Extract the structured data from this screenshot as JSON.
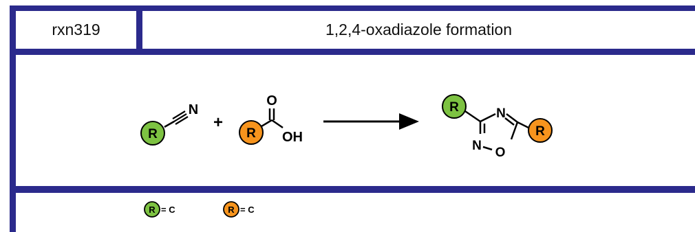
{
  "header": {
    "reaction_id": "rxn319",
    "reaction_name": "1,2,4-oxadiazole formation"
  },
  "scheme": {
    "plus": "+",
    "reactant1": {
      "r_label": "R",
      "n_atom": "N"
    },
    "reactant2": {
      "r_label": "R",
      "o_atom": "O",
      "oh_group": "OH"
    },
    "product": {
      "r1_label": "R",
      "r2_label": "R",
      "n_top": "N",
      "n_bottom": "N",
      "o_ring": "O"
    }
  },
  "legend": {
    "items": [
      {
        "r_label": "R",
        "eq": "= C",
        "color": "#7dc242"
      },
      {
        "r_label": "R",
        "eq": "= C",
        "color": "#f7941d"
      }
    ]
  },
  "colors": {
    "frame": "#2b2a8c",
    "r_green": "#7dc242",
    "r_orange": "#f7941d"
  }
}
